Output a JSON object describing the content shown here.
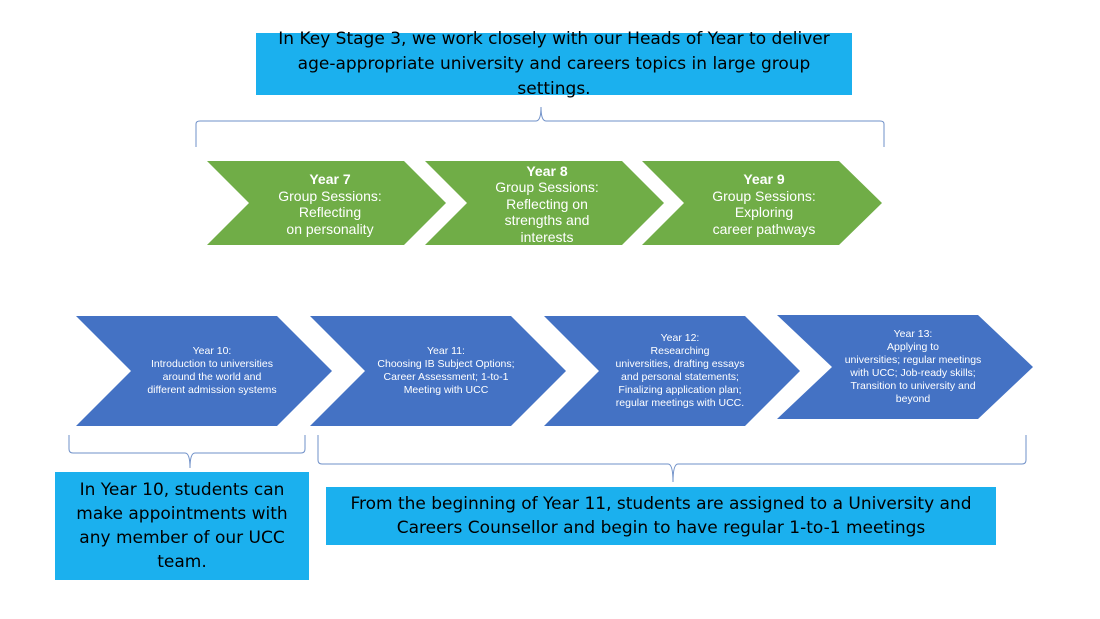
{
  "intro_note": "In Key Stage 3, we work closely with our Heads of Year to deliver age-appropriate university and careers topics in large group settings.",
  "ks3_stages": [
    {
      "year": "Year 7",
      "lines": [
        "Group Sessions:",
        "Reflecting",
        "on personality"
      ]
    },
    {
      "year": "Year 8",
      "lines": [
        "Group Sessions:",
        "Reflecting on",
        "strengths and",
        "interests"
      ]
    },
    {
      "year": "Year 9",
      "lines": [
        "Group Sessions:",
        "Exploring",
        "career pathways"
      ]
    }
  ],
  "senior_stages": [
    {
      "year": "Year 10:",
      "lines": [
        "Introduction to universities",
        "around the world and",
        "different admission systems"
      ]
    },
    {
      "year": "Year 11:",
      "lines": [
        "Choosing IB Subject Options;",
        "Career Assessment; 1-to-1",
        "Meeting with UCC"
      ]
    },
    {
      "year": "Year 12:",
      "lines": [
        "Researching",
        "universities, drafting essays",
        "and personal statements;",
        "Finalizing application plan;",
        "regular meetings with UCC."
      ]
    },
    {
      "year": "Year 13:",
      "lines": [
        "Applying to",
        "universities; regular meetings",
        "with UCC; Job-ready skills;",
        "Transition to university and",
        "beyond"
      ]
    }
  ],
  "year10_note": "In Year 10, students can make appointments with any member of our UCC team.",
  "year11_note": "From the beginning of Year 11, students are assigned to a University and Careers Counsellor and begin to have regular 1-to-1 meetings",
  "colors": {
    "green": "#70ad47",
    "blue": "#4472c4",
    "note_fill": "#1bb0ee",
    "bracket": "#6f90c8"
  }
}
